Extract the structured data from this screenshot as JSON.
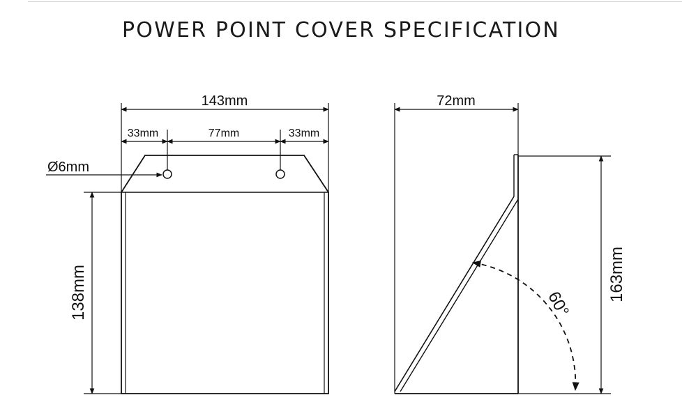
{
  "page": {
    "title": "POWER POINT COVER SPECIFICATION"
  },
  "front_view": {
    "dim_total_width": "143mm",
    "dim_left_margin": "33mm",
    "dim_hole_spacing": "77mm",
    "dim_right_margin": "33mm",
    "dim_hole_diameter": "Ø6mm",
    "dim_height": "138mm"
  },
  "side_view": {
    "dim_depth": "72mm",
    "dim_height": "163mm",
    "dim_angle": "60°"
  }
}
